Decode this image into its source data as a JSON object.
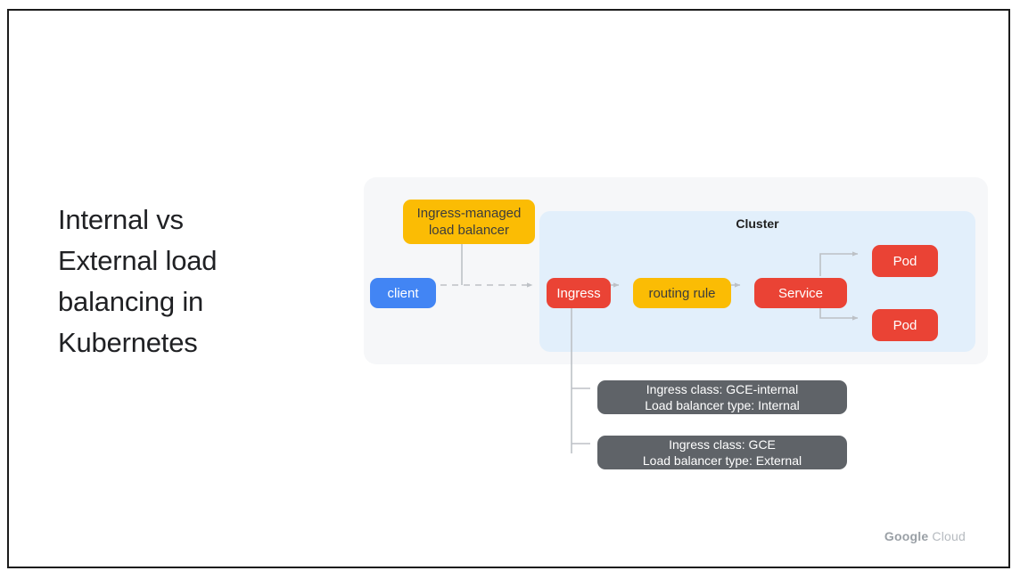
{
  "slide": {
    "title_lines": [
      "Internal vs",
      "External load",
      "balancing in",
      "Kubernetes"
    ],
    "footer": {
      "brand": "Google",
      "product": "Cloud"
    }
  },
  "diagram": {
    "cluster_label": "Cluster",
    "nodes": [
      {
        "id": "load-balancer",
        "label_lines": [
          "Ingress-managed",
          "load balancer"
        ],
        "color": "#fbbc04",
        "shape": "rounded-rect"
      },
      {
        "id": "client",
        "label_lines": [
          "client"
        ],
        "color": "#4285f4",
        "shape": "rounded-rect"
      },
      {
        "id": "ingress",
        "label_lines": [
          "Ingress"
        ],
        "color": "#ea4335",
        "shape": "rounded-rect"
      },
      {
        "id": "routing-rule",
        "label_lines": [
          "routing rule"
        ],
        "color": "#fbbc04",
        "shape": "rounded-rect"
      },
      {
        "id": "service",
        "label_lines": [
          "Service"
        ],
        "color": "#ea4335",
        "shape": "rounded-rect"
      },
      {
        "id": "pod-1",
        "label_lines": [
          "Pod"
        ],
        "color": "#ea4335",
        "shape": "rounded-rect"
      },
      {
        "id": "pod-2",
        "label_lines": [
          "Pod"
        ],
        "color": "#ea4335",
        "shape": "rounded-rect"
      }
    ],
    "annotations": [
      {
        "id": "internal",
        "line1": "Ingress class: GCE-internal",
        "line2": "Load balancer type: Internal"
      },
      {
        "id": "external",
        "line1": "Ingress class: GCE",
        "line2": "Load balancer type: External"
      }
    ],
    "edges": [
      {
        "from": "client",
        "to": "ingress",
        "style": "dashed",
        "arrow": true
      },
      {
        "from": "load-balancer",
        "to": "client-link",
        "style": "solid",
        "arrow": false
      },
      {
        "from": "ingress",
        "to": "routing-rule",
        "style": "solid",
        "arrow": true
      },
      {
        "from": "routing-rule",
        "to": "service",
        "style": "solid",
        "arrow": true
      },
      {
        "from": "service",
        "to": "pod-1",
        "style": "solid",
        "arrow": true
      },
      {
        "from": "service",
        "to": "pod-2",
        "style": "solid",
        "arrow": true
      },
      {
        "from": "ingress",
        "to": "internal",
        "style": "solid",
        "arrow": false
      },
      {
        "from": "ingress",
        "to": "external",
        "style": "solid",
        "arrow": false
      }
    ],
    "colors": {
      "panel_background": "#f6f7f9",
      "cluster_background": "#e2effb",
      "connector": "#bdc1c6",
      "annotation_background": "#5f6368"
    }
  }
}
